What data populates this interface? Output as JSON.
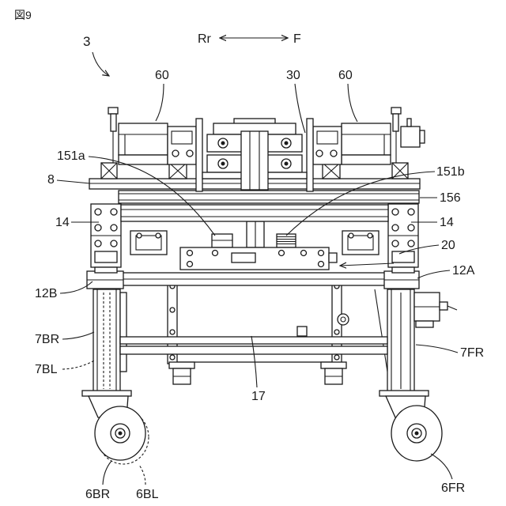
{
  "figure_label": "図9",
  "labels": {
    "assembly": "3",
    "direction_rear": "Rr",
    "direction_front": "F",
    "motor_left": "60",
    "unit_30": "30",
    "motor_right": "60",
    "part_151a": "151a",
    "part_151b": "151b",
    "beam_8": "8",
    "rail_156": "156",
    "block_14_left": "14",
    "block_14_right": "14",
    "frame_20": "20",
    "crossbar_12b": "12B",
    "crossbar_12a": "12A",
    "leg_7br": "7BR",
    "leg_7bl": "7BL",
    "leg_7fr": "7FR",
    "body_17": "17",
    "wheel_6br": "6BR",
    "wheel_6bl": "6BL",
    "wheel_6fr": "6FR"
  }
}
